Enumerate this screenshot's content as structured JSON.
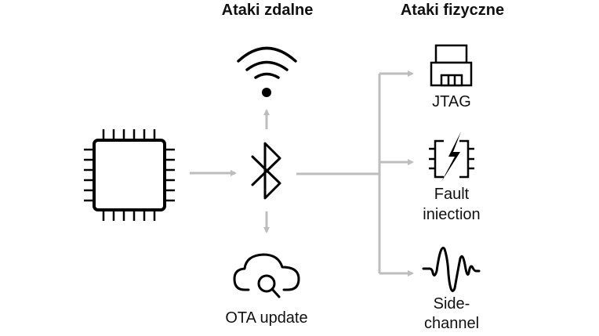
{
  "headings": {
    "remote": "Ataki zdalne",
    "physical": "Ataki fizyczne"
  },
  "nodes": {
    "chip": {
      "icon": "microchip-icon"
    },
    "bluetooth": {
      "icon": "bluetooth-icon"
    },
    "wifi": {
      "icon": "wifi-icon"
    },
    "ota": {
      "icon": "cloud-search-icon",
      "label": "OTA update"
    },
    "jtag": {
      "icon": "jtag-connector-icon",
      "label": "JTAG"
    },
    "fault": {
      "icon": "fault-injection-chip-icon",
      "label_line1": "Fault",
      "label_line2": "iniection"
    },
    "sidechannel": {
      "icon": "waveform-icon",
      "label_line1": "Side-",
      "label_line2": "channel"
    }
  },
  "colors": {
    "arrow": "#bdbdbd",
    "icon": "#000000",
    "text": "#111111"
  }
}
